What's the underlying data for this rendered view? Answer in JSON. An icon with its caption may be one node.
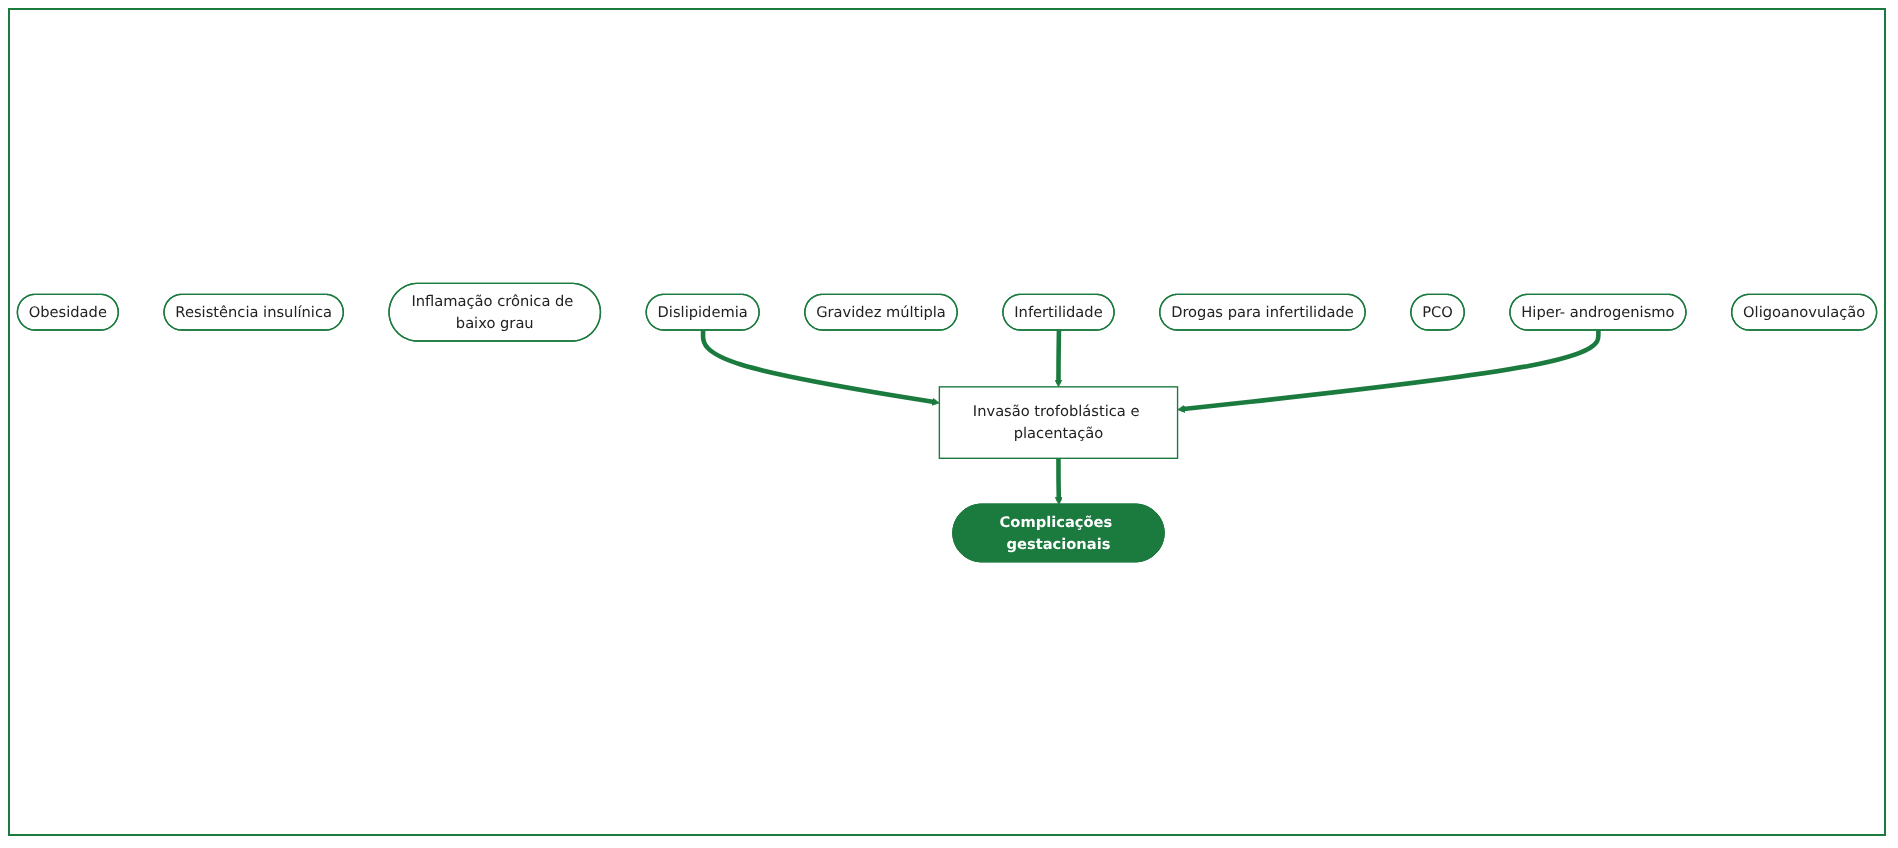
{
  "diagram": {
    "nodes": [
      {
        "text": [
          "Obesidade"
        ]
      },
      {
        "text": [
          "Resistência insulínica"
        ]
      },
      {
        "text": [
          "Inflamação crônica de baixo grau"
        ]
      },
      {
        "text": [
          "Dislipidemia"
        ]
      },
      {
        "text": [
          "Gravidez múltipla"
        ]
      },
      {
        "text": [
          "Infertilidade"
        ]
      },
      {
        "text": [
          "Drogas para infertilidade"
        ]
      },
      {
        "text": [
          "PCO"
        ]
      },
      {
        "text": [
          "Hiper- androgenismo"
        ]
      },
      {
        "text": [
          "Oligoanovulação"
        ]
      },
      {
        "text": [
          "Invasão trofoblástica e placentação"
        ]
      },
      {
        "text": [
          "Complicações gestacionais"
        ]
      }
    ],
    "edges": [
      {
        "from": 3,
        "to": 10,
        "arrow": "to"
      },
      {
        "from": 5,
        "to": 10,
        "arrow": "to"
      },
      {
        "from": 8,
        "to": 10,
        "arrow": "to"
      },
      {
        "from": 10,
        "to": 11,
        "arrow": "to"
      }
    ]
  }
}
